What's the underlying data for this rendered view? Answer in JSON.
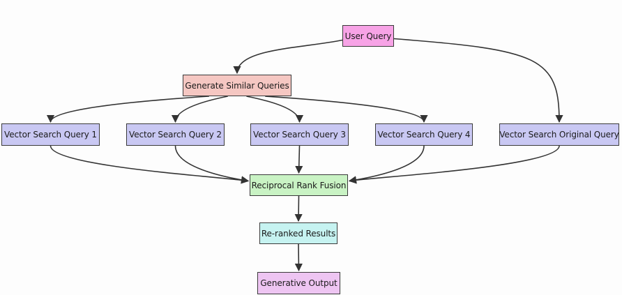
{
  "diagram": {
    "colors": {
      "background": "#fdfdfd",
      "edge": "#333333",
      "border": "#3a3a3a"
    },
    "nodes": [
      {
        "id": "user_query",
        "label": "User Query",
        "fill": "#f7a3e6"
      },
      {
        "id": "generate",
        "label": "Generate Similar Queries",
        "fill": "#f5c7c2"
      },
      {
        "id": "vs1",
        "label": "Vector Search Query 1",
        "fill": "#c9c8f3"
      },
      {
        "id": "vs2",
        "label": "Vector Search Query 2",
        "fill": "#c9c8f3"
      },
      {
        "id": "vs3",
        "label": "Vector Search Query 3",
        "fill": "#c9c8f3"
      },
      {
        "id": "vs4",
        "label": "Vector Search Query 4",
        "fill": "#c9c8f3"
      },
      {
        "id": "vs_orig",
        "label": "Vector Search Original Query",
        "fill": "#c9c8f3"
      },
      {
        "id": "rrf",
        "label": "Reciprocal Rank Fusion",
        "fill": "#c9f3c4"
      },
      {
        "id": "rerank",
        "label": "Re-ranked Results",
        "fill": "#c6f3f1"
      },
      {
        "id": "gen_out",
        "label": "Generative Output",
        "fill": "#eec5f2"
      }
    ],
    "edges": [
      {
        "from": "user_query",
        "to": "generate"
      },
      {
        "from": "user_query",
        "to": "vs_orig"
      },
      {
        "from": "generate",
        "to": "vs1"
      },
      {
        "from": "generate",
        "to": "vs2"
      },
      {
        "from": "generate",
        "to": "vs3"
      },
      {
        "from": "generate",
        "to": "vs4"
      },
      {
        "from": "vs1",
        "to": "rrf"
      },
      {
        "from": "vs2",
        "to": "rrf"
      },
      {
        "from": "vs3",
        "to": "rrf"
      },
      {
        "from": "vs4",
        "to": "rrf"
      },
      {
        "from": "vs_orig",
        "to": "rrf"
      },
      {
        "from": "rrf",
        "to": "rerank"
      },
      {
        "from": "rerank",
        "to": "gen_out"
      }
    ]
  }
}
